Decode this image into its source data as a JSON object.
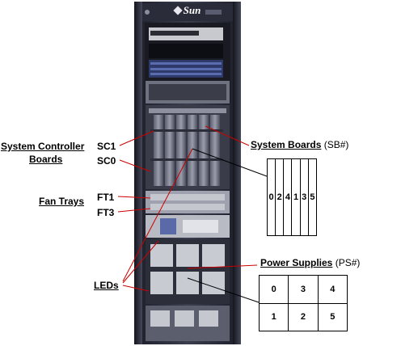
{
  "labels": {
    "system_controller_line1": "System Controller",
    "system_controller_line2": "Boards",
    "sc1": "SC1",
    "sc0": "SC0",
    "fan_trays": "Fan Trays",
    "ft1": "FT1",
    "ft3": "FT3",
    "leds": "LEDs",
    "system_boards_name": "System Boards",
    "system_boards_code": "(SB#)",
    "power_supplies_name": "Power Supplies",
    "power_supplies_code": "(PS#)"
  },
  "brand": "Sun",
  "system_board_slots": [
    "0",
    "2",
    "4",
    "1",
    "3",
    "5"
  ],
  "power_supply_grid": [
    [
      "0",
      "3",
      "4"
    ],
    [
      "1",
      "2",
      "5"
    ]
  ],
  "colors": {
    "callout_line": "#cc0000",
    "pointer_line": "#000000",
    "cabinet": "#2b2d3a"
  }
}
